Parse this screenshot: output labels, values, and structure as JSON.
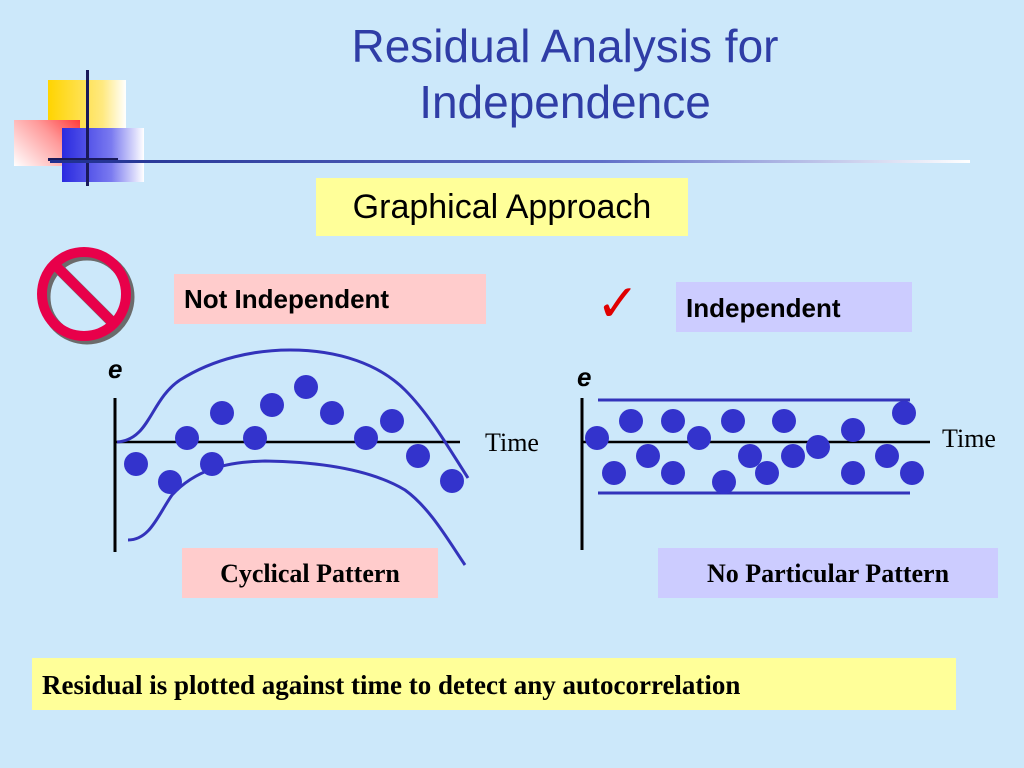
{
  "slide": {
    "title_line1": "Residual Analysis for",
    "title_line2": "Independence",
    "subtitle": "Graphical Approach",
    "footer_note": "Residual is plotted against time to detect any autocorrelation"
  },
  "left_panel": {
    "heading": "Not Independent",
    "y_axis_label": "e",
    "x_axis_label": "Time",
    "pattern_label": "Cyclical Pattern",
    "status_icon": "prohibited-icon"
  },
  "right_panel": {
    "heading": "Independent",
    "y_axis_label": "e",
    "x_axis_label": "Time",
    "pattern_label": "No Particular Pattern",
    "status_icon": "checkmark-icon",
    "status_symbol": "✓"
  },
  "colors": {
    "background": "#cce8fa",
    "title": "#2f3da6",
    "points": "#3333cc",
    "prohibit": "#e8004a",
    "check": "#e00000"
  }
}
